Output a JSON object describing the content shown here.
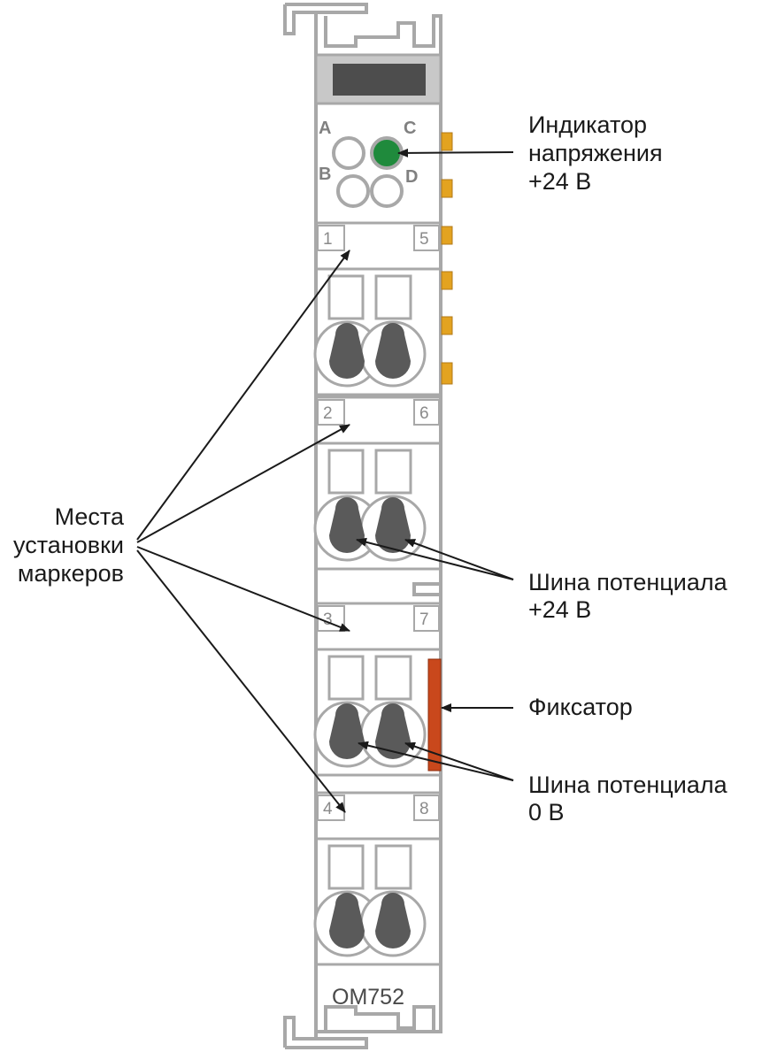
{
  "module": {
    "model": "OM752",
    "leds": [
      {
        "letter": "A",
        "lit": false
      },
      {
        "letter": "C",
        "lit": true,
        "color": "#1f8a3c"
      },
      {
        "letter": "B",
        "lit": false
      },
      {
        "letter": "D",
        "lit": false
      }
    ],
    "marker_numbers": [
      {
        "left": "1",
        "right": "5"
      },
      {
        "left": "2",
        "right": "6"
      },
      {
        "left": "3",
        "right": "7"
      },
      {
        "left": "4",
        "right": "8"
      }
    ],
    "colors": {
      "body_outline": "#a8a8a8",
      "terminal_fill": "#5a5a5a",
      "contact_orange": "#e3a320",
      "latch_red": "#c9481c"
    }
  },
  "callouts": {
    "voltage_indicator": [
      "Индикатор",
      "напряжения",
      "+24 В"
    ],
    "marker_places": [
      "Места",
      "установки",
      "маркеров"
    ],
    "bus_24v": [
      "Шина потенциала",
      "+24 В"
    ],
    "latch": [
      "Фиксатор"
    ],
    "bus_0v": [
      "Шина потенциала",
      "0 В"
    ]
  }
}
